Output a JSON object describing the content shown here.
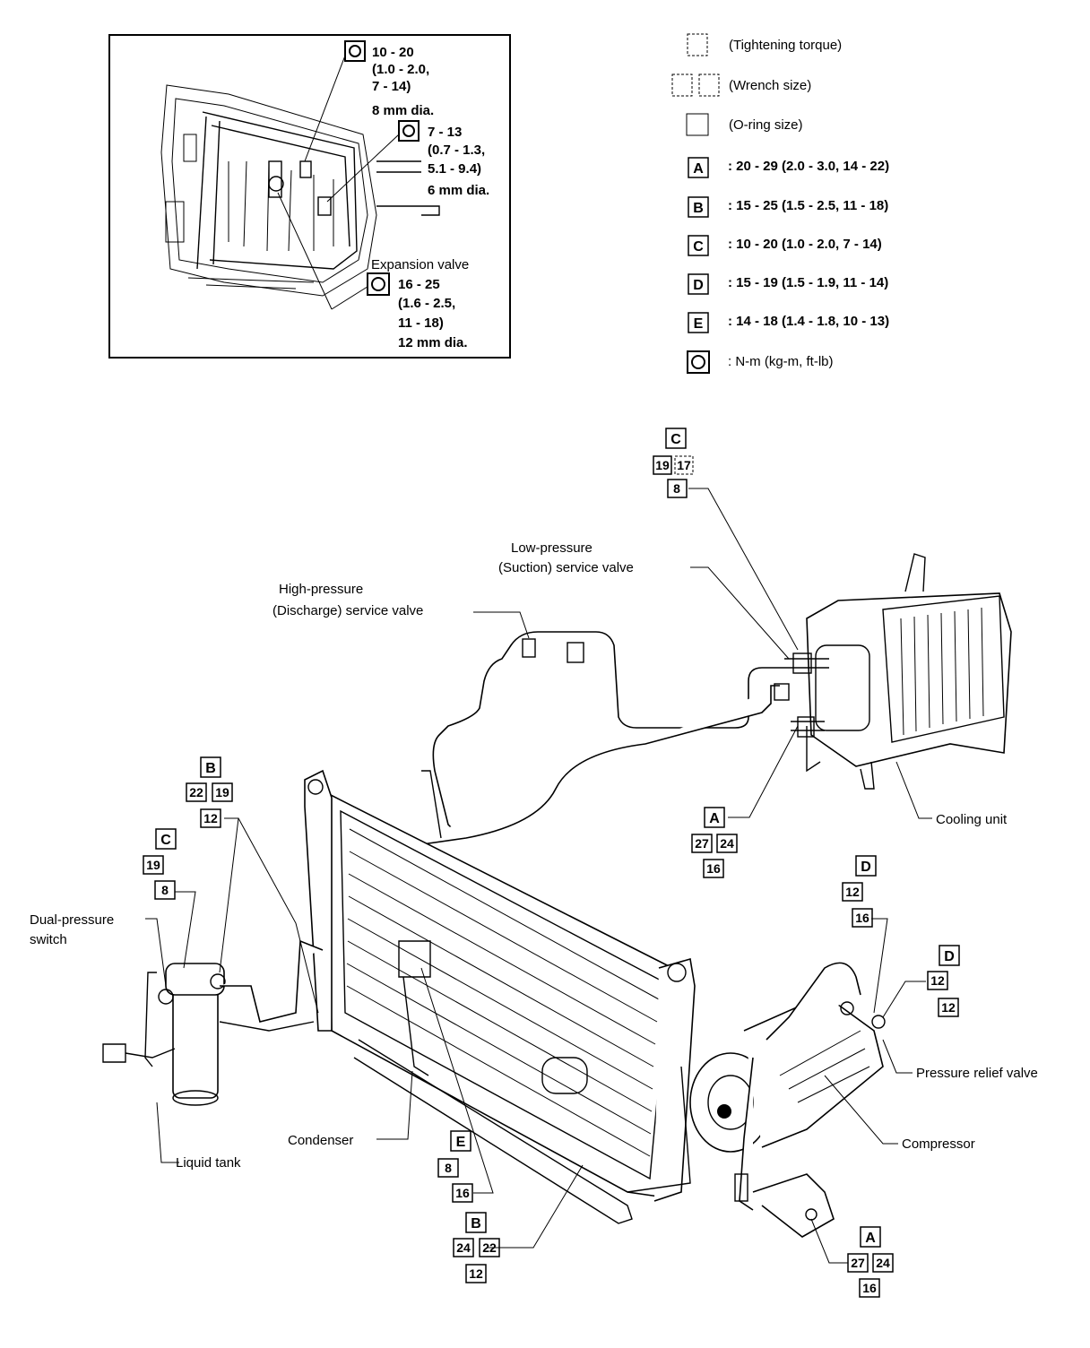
{
  "inset": {
    "torque_upper": [
      "10 - 20",
      "(1.0 - 2.0,",
      "7 - 14)",
      "8 mm dia."
    ],
    "torque_middle": [
      "7 - 13",
      "(0.7 - 1.3,",
      "5.1 - 9.4)",
      "6 mm dia."
    ],
    "expansion_valve_label": "Expansion valve",
    "torque_lower": [
      "16 - 25",
      "(1.6 - 2.5,",
      "11 - 18)",
      "12 mm dia."
    ]
  },
  "legend": {
    "tightening_torque": "(Tightening torque)",
    "wrench_size": "(Wrench size)",
    "oring_size": "(O-ring size)",
    "rows": [
      {
        "letter": "A",
        "text": ": 20 - 29 (2.0 - 3.0, 14 - 22)"
      },
      {
        "letter": "B",
        "text": ": 15 - 25 (1.5 - 2.5, 11 - 18)"
      },
      {
        "letter": "C",
        "text": ": 10 - 20 (1.0 - 2.0, 7 - 14)"
      },
      {
        "letter": "D",
        "text": ": 15 - 19 (1.5 - 1.9, 11 - 14)"
      },
      {
        "letter": "E",
        "text": ": 14 - 18 (1.4 - 1.8, 10 - 13)"
      }
    ],
    "unit_text": ": N-m (kg-m, ft-lb)"
  },
  "labels": {
    "high_pressure": [
      "High-pressure",
      "(Discharge) service valve"
    ],
    "low_pressure": [
      "Low-pressure",
      "(Suction) service valve"
    ],
    "cooling_unit": "Cooling unit",
    "dual_pressure": [
      "Dual-pressure",
      "switch"
    ],
    "liquid_tank": "Liquid tank",
    "condenser": "Condenser",
    "pressure_relief": "Pressure relief valve",
    "compressor": "Compressor"
  },
  "callouts": {
    "suction": {
      "letter": "C",
      "wrench": [
        "19",
        "17"
      ],
      "oring": "8"
    },
    "cooling_a": {
      "letter": "A",
      "wrench": [
        "27",
        "24"
      ],
      "oring": "16"
    },
    "tank_b": {
      "letter": "B",
      "wrench": [
        "22",
        "19"
      ],
      "oring": "12"
    },
    "tank_c": {
      "letter": "C",
      "wrench": [
        "19"
      ],
      "oring": "8"
    },
    "comp_d1": {
      "letter": "D",
      "wrench": [
        "12"
      ],
      "oring": "16"
    },
    "comp_d2": {
      "letter": "D",
      "wrench": [
        "12"
      ],
      "oring": "12"
    },
    "cond_e": {
      "letter": "E",
      "wrench": [
        "8"
      ],
      "oring": "16"
    },
    "cond_b": {
      "letter": "B",
      "wrench": [
        "24",
        "22"
      ],
      "oring": "12"
    },
    "comp_a": {
      "letter": "A",
      "wrench": [
        "27",
        "24"
      ],
      "oring": "16"
    }
  }
}
